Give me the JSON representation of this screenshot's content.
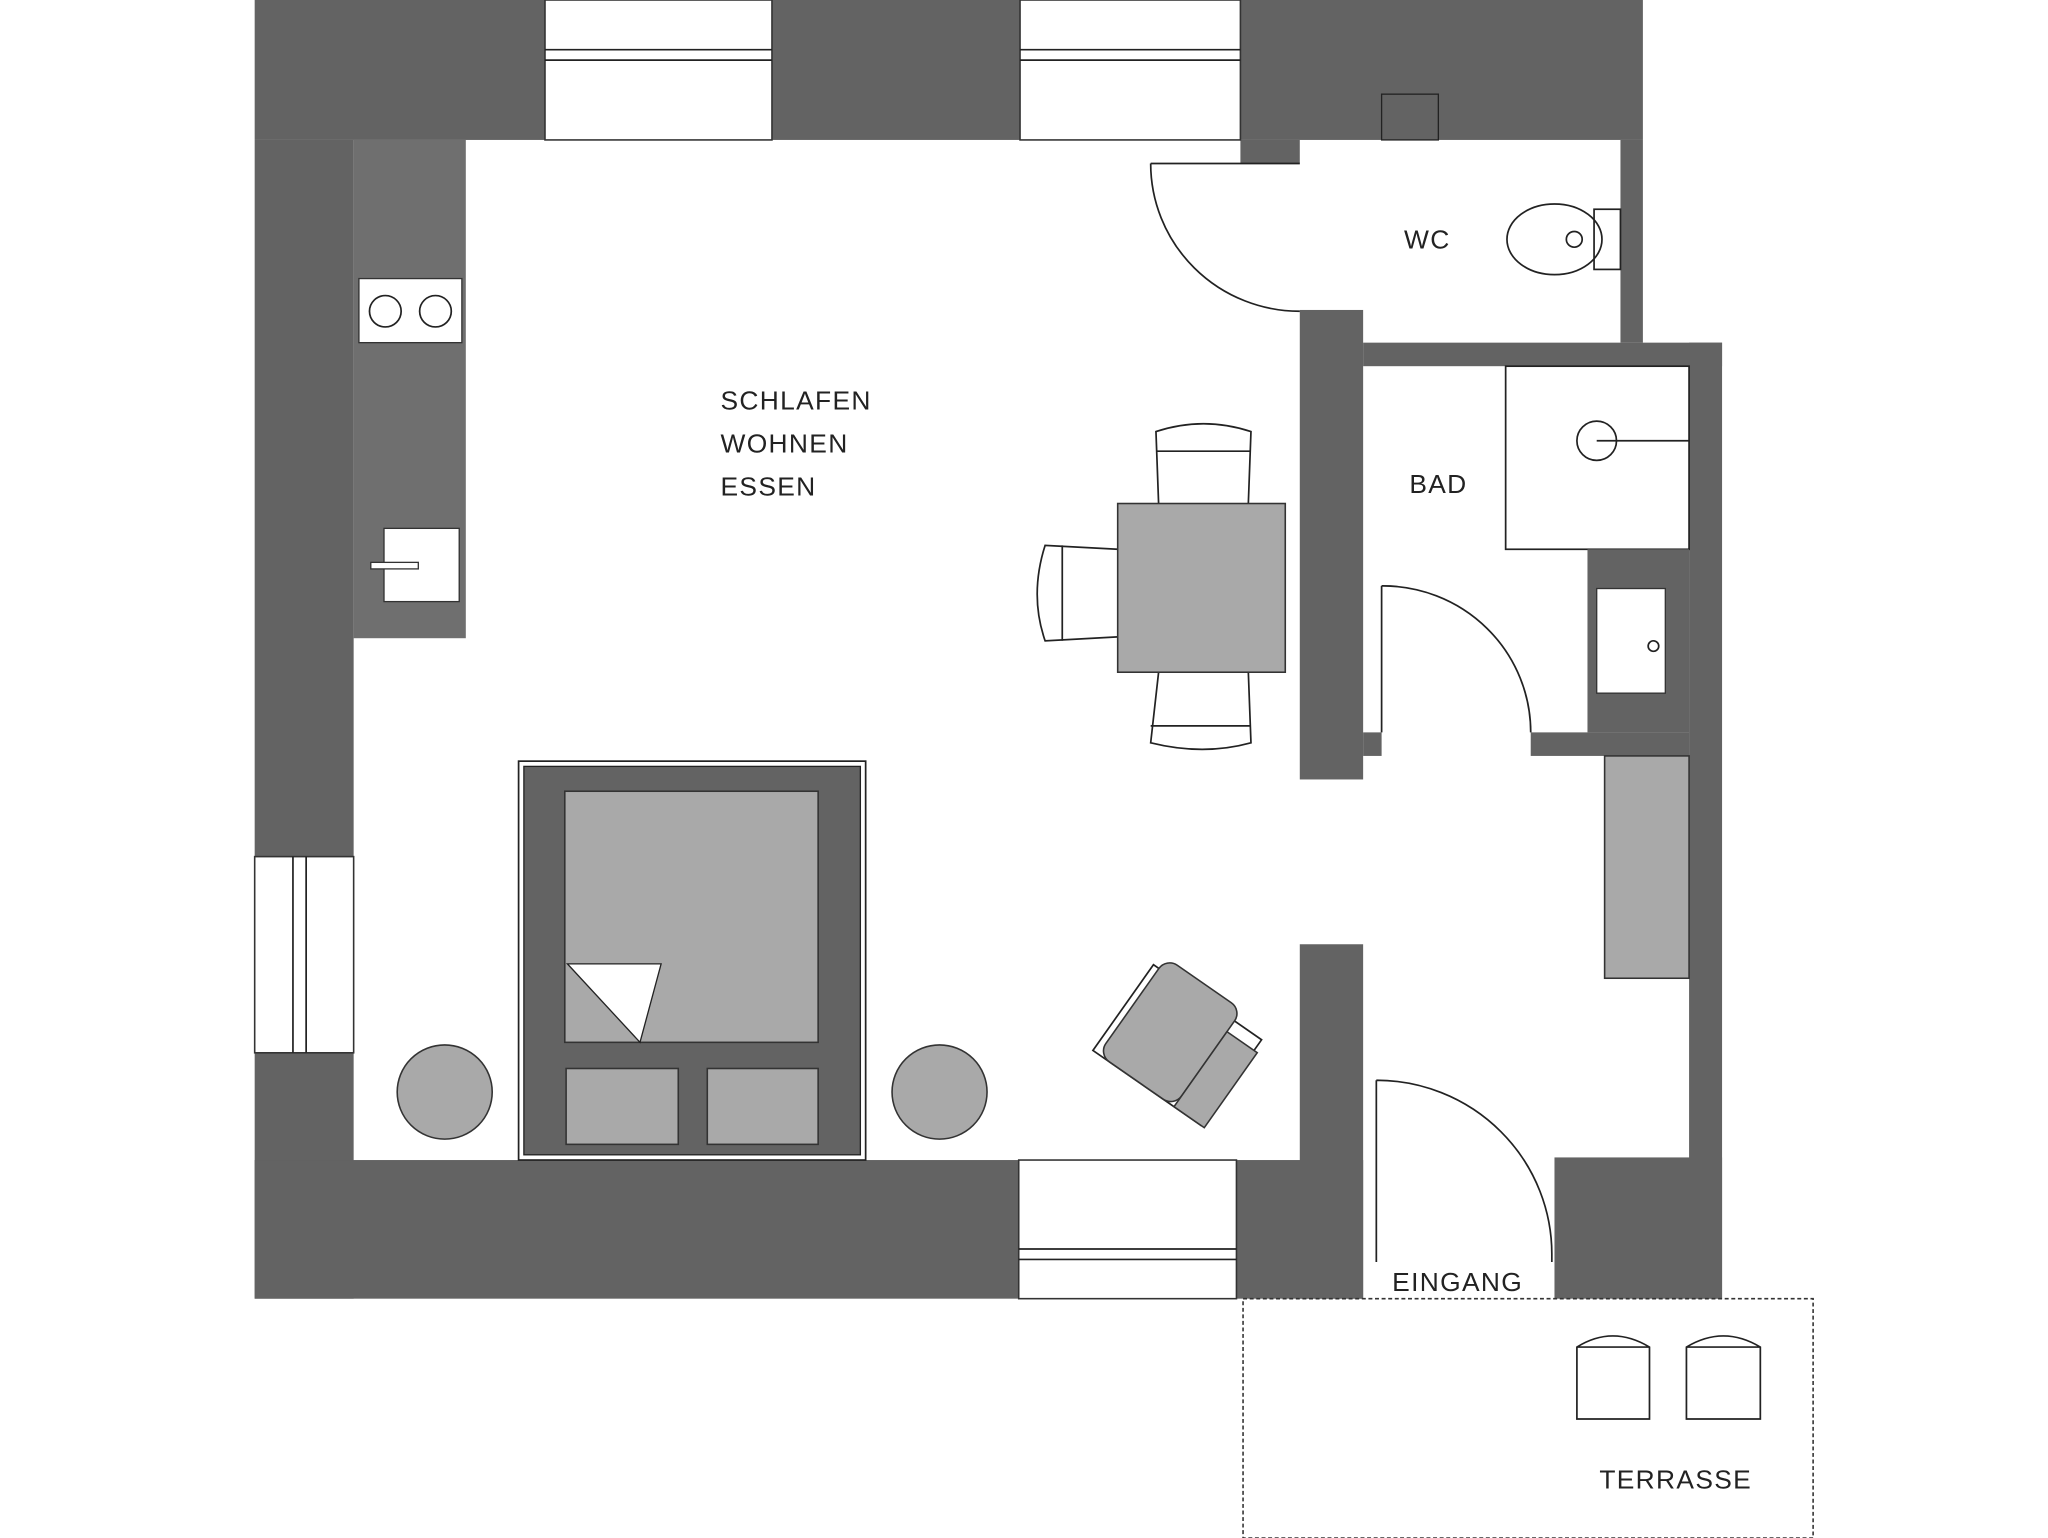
{
  "rooms": {
    "main_line1": "SCHLAFEN",
    "main_line2": "WOHNEN",
    "main_line3": "ESSEN",
    "wc": "WC",
    "bad": "BAD",
    "entrance": "EINGANG",
    "terrace": "TERRASSE"
  },
  "colors": {
    "wall": "#636363",
    "furniture": "#a9a9a9",
    "counter": "#6f6f6f"
  }
}
